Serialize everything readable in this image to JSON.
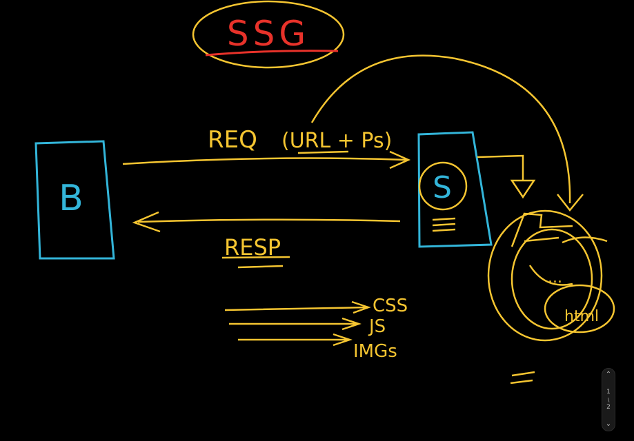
{
  "diagram": {
    "title": "SSG",
    "browser_label": "B",
    "server_label": "S",
    "request_label": "REQ",
    "request_detail": "(URL + Ps)",
    "response_label": "RESP",
    "assets": [
      "CSS",
      "JS",
      "IMGs"
    ],
    "output_label": "html",
    "cache_dots": "...",
    "colors": {
      "title": "#e8322a",
      "ink": "#f5c531",
      "boxes": "#33b5d9",
      "background": "#000000"
    }
  },
  "pager": {
    "current": "1",
    "total": "2",
    "up_icon": "chevron-up-icon",
    "down_icon": "chevron-down-icon"
  }
}
